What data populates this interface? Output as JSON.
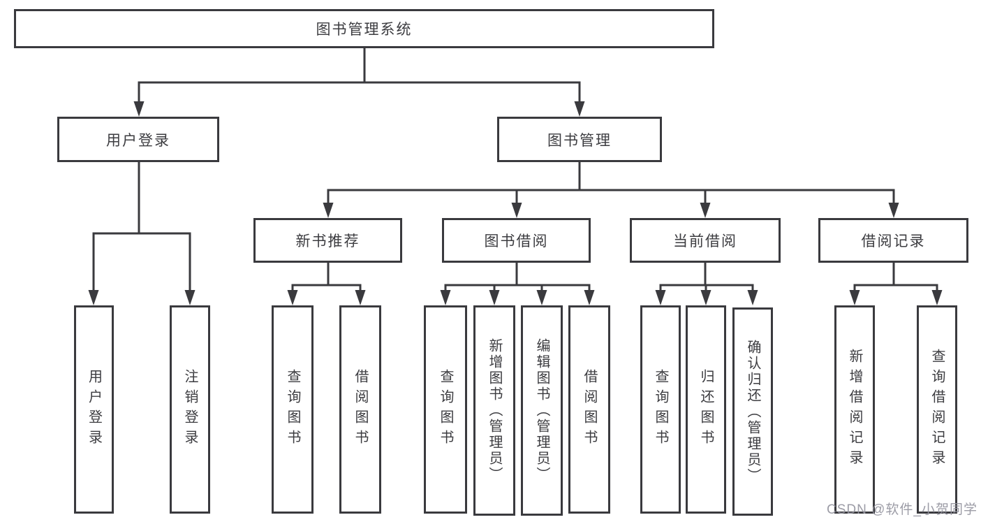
{
  "diagram_title": "图书管理系统",
  "colors": {
    "line": "#3a3a3e",
    "box_border": "#3a3a3e",
    "text": "#3c3c40",
    "background": "#ffffff",
    "watermark": "#94949e"
  },
  "tree": {
    "root": "图书管理系统",
    "branches": [
      {
        "label": "用户登录",
        "children": [
          "用户登录",
          "注销登录"
        ]
      },
      {
        "label": "图书管理",
        "sections": [
          {
            "label": "新书推荐",
            "children": [
              "查询图书",
              "借阅图书"
            ]
          },
          {
            "label": "图书借阅",
            "children": [
              "查询图书",
              "新增图书（管理员）",
              "编辑图书（管理员）",
              "借阅图书"
            ]
          },
          {
            "label": "当前借阅",
            "children": [
              "查询图书",
              "归还图书",
              "确认归还（管理员）"
            ]
          },
          {
            "label": "借阅记录",
            "children": [
              "新增借阅记录",
              "查询借阅记录"
            ]
          }
        ]
      }
    ]
  },
  "watermark": "CSDN @软件_小贺同学"
}
